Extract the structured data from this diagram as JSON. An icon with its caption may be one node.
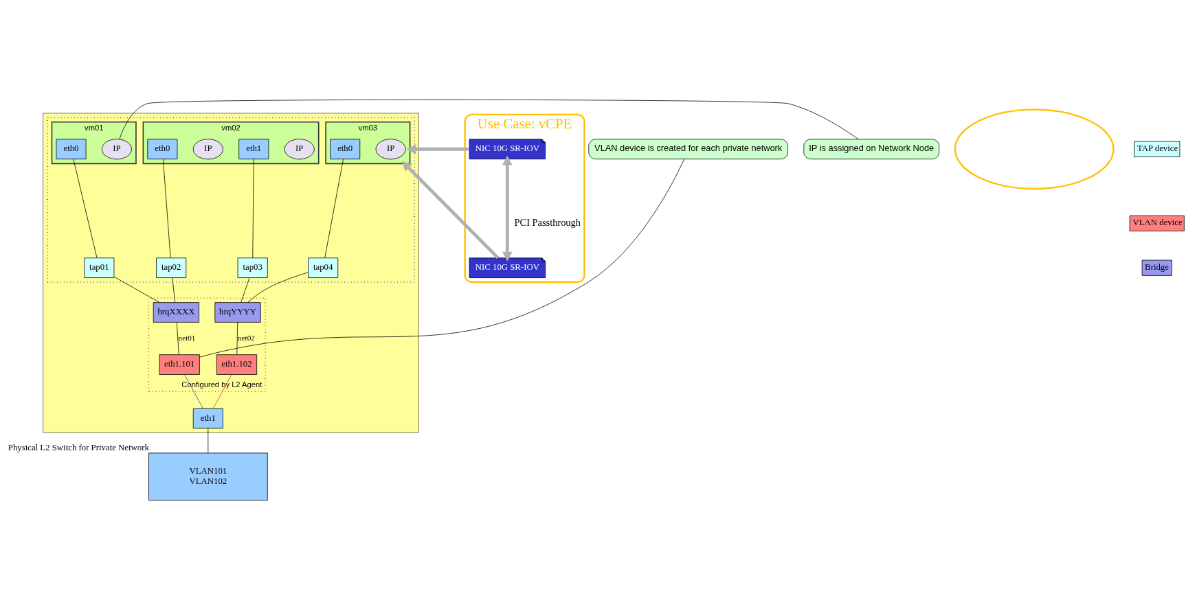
{
  "diagram": {
    "nodes": [
      {
        "text": [],
        "shape": "box"
      },
      {
        "text": [],
        "shape": "box",
        "in": 0
      },
      {
        "text": [
          "vm01"
        ],
        "in": 1
      },
      {
        "text": [
          "IP"
        ],
        "in": 2
      },
      {
        "text": [
          "eth0"
        ],
        "in": 2
      },
      {
        "text": [
          "vm02"
        ],
        "in": 1
      },
      {
        "text": [
          "IP"
        ],
        "in": 5
      },
      {
        "text": [
          "eth0"
        ],
        "in": 5
      },
      {
        "text": [
          "IP"
        ],
        "in": 5
      },
      {
        "text": [
          "eth1"
        ],
        "in": 5
      },
      {
        "text": [
          "vm03"
        ],
        "in": 1
      },
      {
        "text": [
          "IP"
        ],
        "in": 10
      },
      {
        "text": [
          "eth0"
        ],
        "in": 10
      },
      {
        "text": [
          "tap01"
        ],
        "in": 1
      },
      {
        "text": [
          "tap02"
        ],
        "in": 1
      },
      {
        "text": [
          "tap03"
        ],
        "in": 1
      },
      {
        "text": [
          "tap04"
        ],
        "in": 1
      },
      {
        "text": [
          "Configured by L2 Agent"
        ],
        "in": 0
      },
      {
        "text": [
          "brqXXXX"
        ],
        "in": 17
      },
      {
        "text": [
          "brqYYYY"
        ],
        "in": 17
      },
      {
        "text": [
          "eth1.101"
        ],
        "in": 17
      },
      {
        "text": [
          "eth1.102"
        ],
        "in": 17
      },
      {
        "text": [
          "eth1"
        ],
        "in": 0
      },
      {
        "text": [
          "VLAN101",
          "VLAN102"
        ],
        "beside": [
          "Physical L2 Switch for Private Network"
        ]
      },
      {
        "text": [
          "IP is assigned on Network Node"
        ]
      },
      {
        "text": [
          "VLAN device is created for each private network"
        ]
      },
      {
        "text": [],
        "shape": "ellipse"
      },
      {
        "text": [
          "Use Case: vCPE"
        ]
      },
      {
        "text": [
          "NIC 10G SR-IOV"
        ],
        "in": 27
      },
      {
        "text": [
          "NIC 10G SR-IOV"
        ],
        "in": 27
      }
    ],
    "edges": [
      {
        "from": 4,
        "to": 13,
        "arrow": "none"
      },
      {
        "from": 7,
        "to": 14,
        "arrow": "none"
      },
      {
        "from": 9,
        "to": 15,
        "arrow": "none"
      },
      {
        "from": 12,
        "to": 16,
        "arrow": "none"
      },
      {
        "from": 13,
        "to": 18,
        "arrow": "none"
      },
      {
        "from": 14,
        "to": 18,
        "arrow": "none"
      },
      {
        "from": 15,
        "to": 19,
        "arrow": "none"
      },
      {
        "from": 16,
        "to": 19,
        "arrow": "none"
      },
      {
        "from": 18,
        "to": 20,
        "arrow": "none",
        "label": "net01"
      },
      {
        "from": 19,
        "to": 21,
        "arrow": "none",
        "label": "net02"
      },
      {
        "from": 20,
        "to": 22,
        "arrow": "none",
        "color": "#3333cc"
      },
      {
        "from": 21,
        "to": 22,
        "arrow": "none",
        "color": "#e03020"
      },
      {
        "from": 22,
        "to": 23,
        "arrow": "none"
      },
      {
        "from": 24,
        "to": 3,
        "arrow": "none"
      },
      {
        "from": 25,
        "to": 20,
        "arrow": "none"
      },
      {
        "from": 28,
        "to": 29,
        "arrow": "both",
        "style": "thick",
        "color": "#b0b0b0",
        "label": "PCI Passthrough"
      },
      {
        "from": 28,
        "to": 10,
        "arrow": "to",
        "style": "thick",
        "color": "#b0b0b0"
      },
      {
        "from": 29,
        "to": 10,
        "arrow": "to",
        "style": "thick",
        "color": "#b0b0b0"
      }
    ],
    "legend": [
      {
        "text": "TAP device",
        "color": "#ccffff"
      },
      {
        "text": "VLAN device",
        "color": "#ff7f7f"
      },
      {
        "text": "Bridge",
        "color": "#9999ee"
      }
    ]
  }
}
